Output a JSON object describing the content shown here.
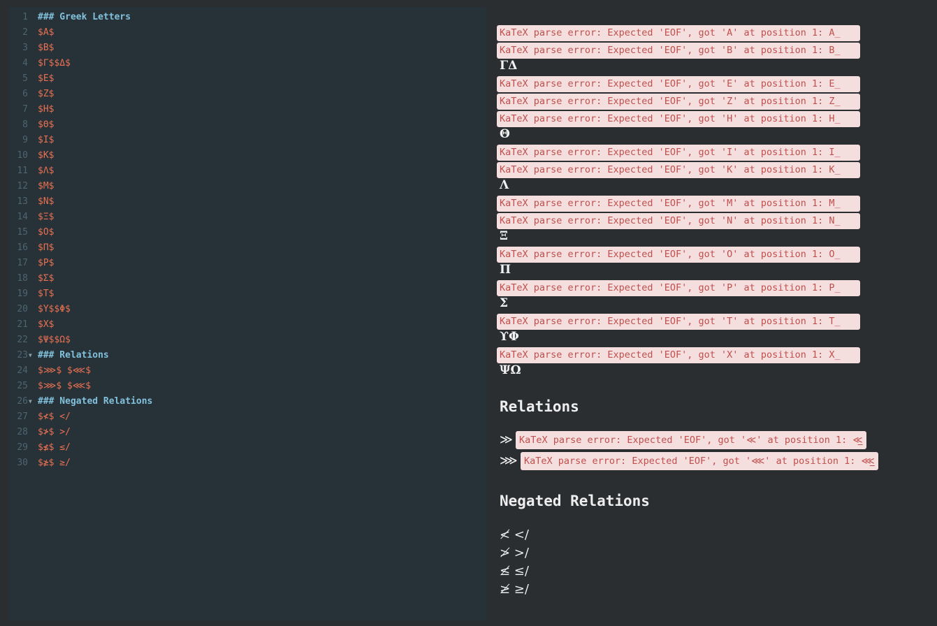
{
  "editor": {
    "lines": [
      {
        "n": "1",
        "text": "### Greek Letters",
        "kind": "heading",
        "fold": false
      },
      {
        "n": "2",
        "text": "$A$",
        "kind": "math",
        "fold": false
      },
      {
        "n": "3",
        "text": "$B$",
        "kind": "math",
        "fold": false
      },
      {
        "n": "4",
        "text": "$Γ$$Δ$",
        "kind": "math",
        "fold": false
      },
      {
        "n": "5",
        "text": "$E$",
        "kind": "math",
        "fold": false
      },
      {
        "n": "6",
        "text": "$Z$",
        "kind": "math",
        "fold": false
      },
      {
        "n": "7",
        "text": "$H$",
        "kind": "math",
        "fold": false
      },
      {
        "n": "8",
        "text": "$Θ$",
        "kind": "math",
        "fold": false
      },
      {
        "n": "9",
        "text": "$I$",
        "kind": "math",
        "fold": false
      },
      {
        "n": "10",
        "text": "$K$",
        "kind": "math",
        "fold": false
      },
      {
        "n": "11",
        "text": "$Λ$",
        "kind": "math",
        "fold": false
      },
      {
        "n": "12",
        "text": "$M$",
        "kind": "math",
        "fold": false
      },
      {
        "n": "13",
        "text": "$N$",
        "kind": "math",
        "fold": false
      },
      {
        "n": "14",
        "text": "$Ξ$",
        "kind": "math",
        "fold": false
      },
      {
        "n": "15",
        "text": "$O$",
        "kind": "math",
        "fold": false
      },
      {
        "n": "16",
        "text": "$Π$",
        "kind": "math",
        "fold": false
      },
      {
        "n": "17",
        "text": "$P$",
        "kind": "math",
        "fold": false
      },
      {
        "n": "18",
        "text": "$Σ$",
        "kind": "math",
        "fold": false
      },
      {
        "n": "19",
        "text": "$T$",
        "kind": "math",
        "fold": false
      },
      {
        "n": "20",
        "text": "$Y$$Φ$",
        "kind": "math",
        "fold": false
      },
      {
        "n": "21",
        "text": "$X$",
        "kind": "math",
        "fold": false
      },
      {
        "n": "22",
        "text": "$Ψ$$Ω$",
        "kind": "math",
        "fold": false
      },
      {
        "n": "23",
        "text": "### Relations",
        "kind": "heading",
        "fold": true
      },
      {
        "n": "24",
        "text": "$⋙$ $⋘$",
        "kind": "math",
        "fold": false
      },
      {
        "n": "25",
        "text": "$⋙$ $⋘$",
        "kind": "math",
        "fold": false
      },
      {
        "n": "26",
        "text": "### Negated Relations",
        "kind": "heading",
        "fold": true
      },
      {
        "n": "27",
        "text": "$≮$ </",
        "kind": "math",
        "fold": false
      },
      {
        "n": "28",
        "text": "$≯$ >/",
        "kind": "math",
        "fold": false
      },
      {
        "n": "29",
        "text": "$≰$ ≤/",
        "kind": "math",
        "fold": false
      },
      {
        "n": "30",
        "text": "$≱$ ≥/",
        "kind": "math",
        "fold": false
      }
    ]
  },
  "preview": {
    "greek_blocks": [
      {
        "type": "error",
        "text": "KaTeX parse error: Expected 'EOF', got 'A' at position 1: A̲"
      },
      {
        "type": "error",
        "text": "KaTeX parse error: Expected 'EOF', got 'B' at position 1: B̲"
      },
      {
        "type": "glyph",
        "text": "ΓΔ"
      },
      {
        "type": "error",
        "text": "KaTeX parse error: Expected 'EOF', got 'E' at position 1: E̲"
      },
      {
        "type": "error",
        "text": "KaTeX parse error: Expected 'EOF', got 'Z' at position 1: Z̲"
      },
      {
        "type": "error",
        "text": "KaTeX parse error: Expected 'EOF', got 'H' at position 1: H̲"
      },
      {
        "type": "glyph",
        "text": "Θ"
      },
      {
        "type": "error",
        "text": "KaTeX parse error: Expected 'EOF', got 'I' at position 1: I̲"
      },
      {
        "type": "error",
        "text": "KaTeX parse error: Expected 'EOF', got 'K' at position 1: K̲"
      },
      {
        "type": "glyph",
        "text": "Λ"
      },
      {
        "type": "error",
        "text": "KaTeX parse error: Expected 'EOF', got 'M' at position 1: M̲"
      },
      {
        "type": "error",
        "text": "KaTeX parse error: Expected 'EOF', got 'N' at position 1: N̲"
      },
      {
        "type": "glyph",
        "text": "Ξ"
      },
      {
        "type": "error",
        "text": "KaTeX parse error: Expected 'EOF', got 'O' at position 1: O̲"
      },
      {
        "type": "glyph",
        "text": "Π"
      },
      {
        "type": "error",
        "text": "KaTeX parse error: Expected 'EOF', got 'P' at position 1: P̲"
      },
      {
        "type": "glyph",
        "text": "Σ"
      },
      {
        "type": "error",
        "text": "KaTeX parse error: Expected 'EOF', got 'T' at position 1: T̲"
      },
      {
        "type": "glyph",
        "text": "ϒΦ"
      },
      {
        "type": "error",
        "text": "KaTeX parse error: Expected 'EOF', got 'X' at position 1: X̲"
      },
      {
        "type": "glyph",
        "text": "ΨΩ"
      }
    ],
    "relations_heading": "Relations",
    "relations": [
      {
        "symbol": "≫",
        "error": "KaTeX parse error: Expected 'EOF', got '≪' at position 1: ≪̲"
      },
      {
        "symbol": "⋙",
        "error": "KaTeX parse error: Expected 'EOF', got '⋘' at position 1: ⋘̲"
      }
    ],
    "negated_heading": "Negated Relations",
    "negated": [
      "≮ </",
      "≯ >/",
      "≰ ≤/",
      "≱ ≥/"
    ]
  }
}
